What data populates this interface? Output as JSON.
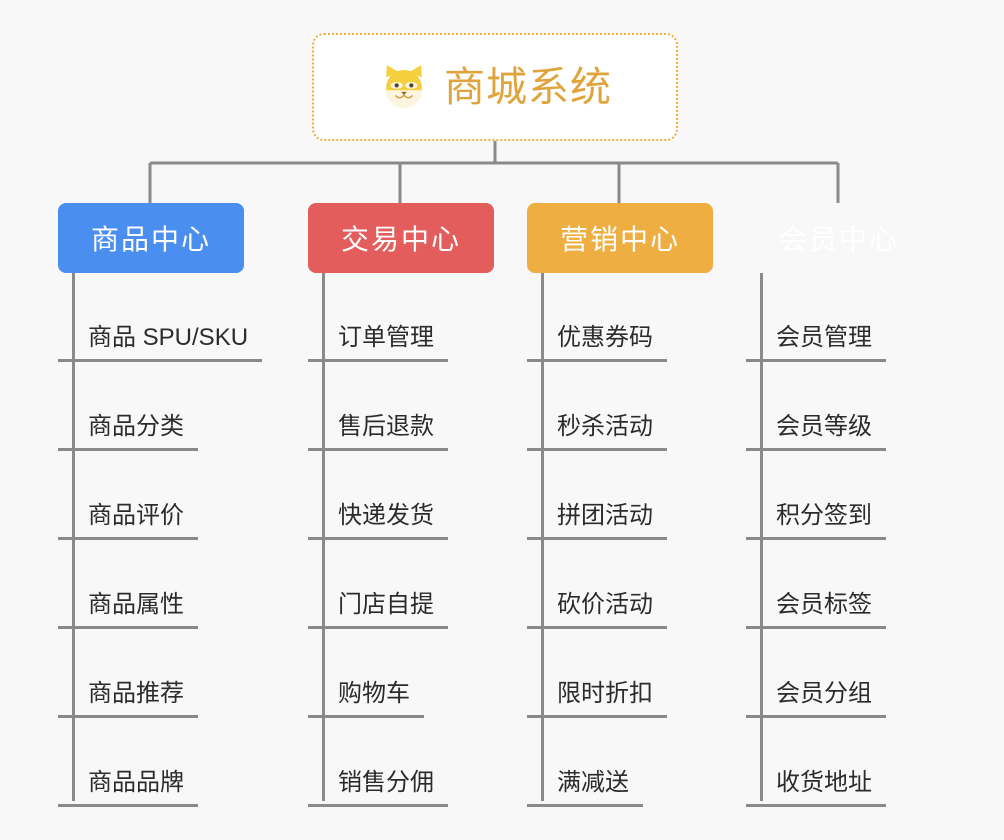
{
  "root": {
    "title": "商城系统",
    "icon": "shiba-dog-icon",
    "border_color": "#f0ae3c",
    "text_color": "#e0a43c",
    "background": "#ffffff"
  },
  "canvas": {
    "background": "#f8f8f8",
    "connector_color": "#8a8a8a"
  },
  "branches": [
    {
      "label": "商品中心",
      "color": "#4a8ef0",
      "key": "product-center",
      "items": [
        "商品 SPU/SKU",
        "商品分类",
        "商品评价",
        "商品属性",
        "商品推荐",
        "商品品牌"
      ]
    },
    {
      "label": "交易中心",
      "color": "#e35d5d",
      "key": "trade-center",
      "items": [
        "订单管理",
        "售后退款",
        "快递发货",
        "门店自提",
        "购物车",
        "销售分佣"
      ]
    },
    {
      "label": "营销中心",
      "color": "#eeae42",
      "key": "marketing-center",
      "items": [
        "优惠券码",
        "秒杀活动",
        "拼团活动",
        "砍价活动",
        "限时折扣",
        "满减送"
      ]
    },
    {
      "label": "会员中心",
      "color": "#7dc council",
      "key": "member-center",
      "items": [
        "会员管理",
        "会员等级",
        "积分签到",
        "会员标签",
        "会员分组",
        "收货地址"
      ]
    }
  ]
}
